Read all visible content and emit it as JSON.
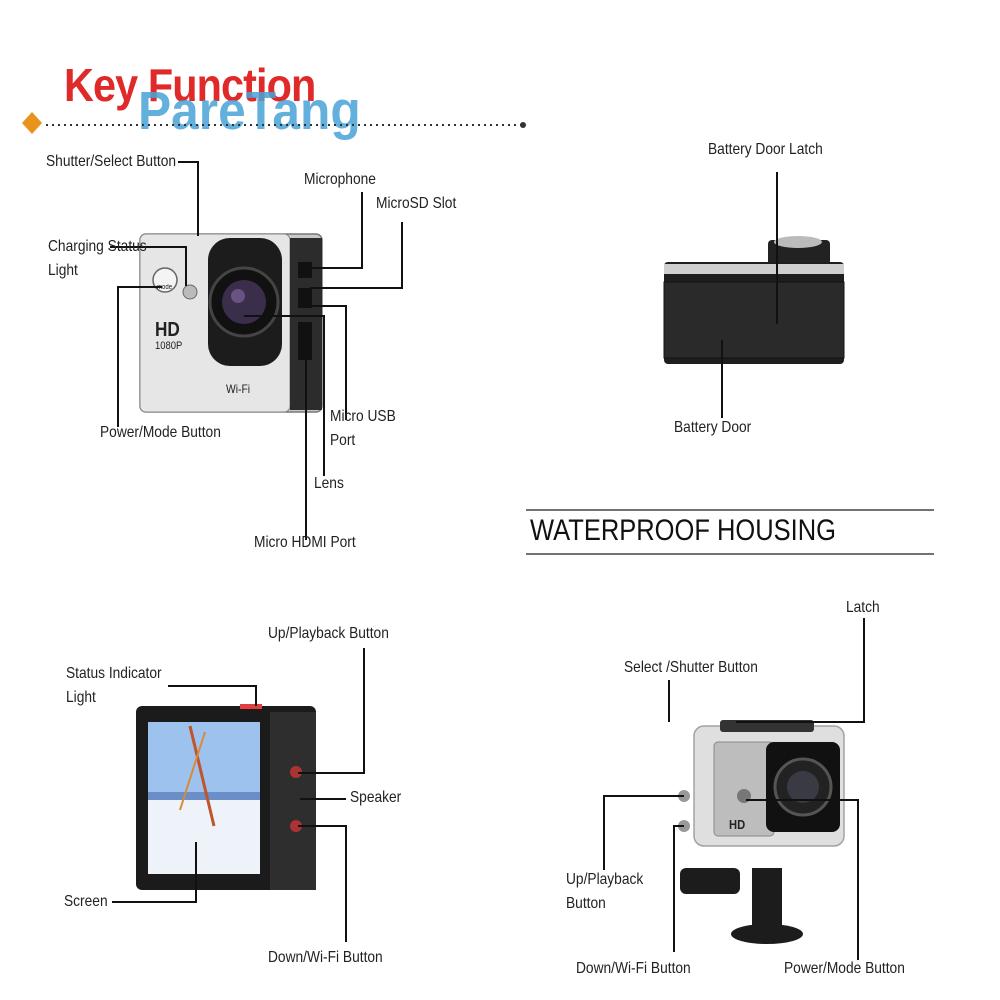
{
  "header": {
    "title": "Key Function",
    "watermark": "PareTang"
  },
  "camera_front": {
    "badge_hd": "HD",
    "badge_res": "1080P",
    "badge_wifi": "Wi-Fi",
    "mode_text": "mode",
    "labels": {
      "shutter": "Shutter/Select Button",
      "charging": "Charging Status Light",
      "power": "Power/Mode Button",
      "microphone": "Microphone",
      "microsd": "MicroSD Slot",
      "usb": "Micro USB Port",
      "lens": "Lens",
      "hdmi": "Micro HDMI Port"
    }
  },
  "camera_side": {
    "labels": {
      "latch": "Battery Door Latch",
      "door": "Battery Door"
    }
  },
  "housing_section": {
    "title": "WATERPROOF HOUSING"
  },
  "camera_back": {
    "labels": {
      "status": "Status Indicator Light",
      "up": "Up/Playback Button",
      "speaker": "Speaker",
      "down": "Down/Wi-Fi Button",
      "screen": "Screen"
    }
  },
  "housing": {
    "badge_hd": "HD",
    "labels": {
      "latch": "Latch",
      "select": "Select /Shutter Button",
      "up": "Up/Playback Button",
      "down": "Down/Wi-Fi Button",
      "power": "Power/Mode Button"
    }
  },
  "colors": {
    "title_red": "#e02a2a",
    "brand_blue": "#4aa3d8",
    "accent_orange": "#e8941a"
  }
}
